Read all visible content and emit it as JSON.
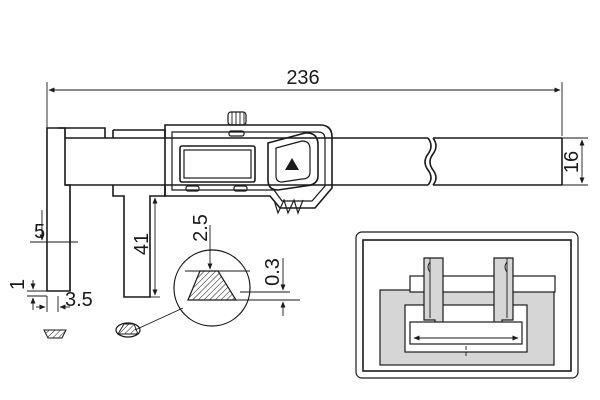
{
  "dimensions": {
    "overall_length": "236",
    "beam_height": "16",
    "jaw_length": "41",
    "tip_depth": "5",
    "tip_thickness": "1",
    "tip_width": "3.5",
    "detail_height": "2.5",
    "detail_flat": "0.3"
  },
  "icons": [
    "play-triangle-icon",
    "knurled-thumb-wheel-icon"
  ]
}
